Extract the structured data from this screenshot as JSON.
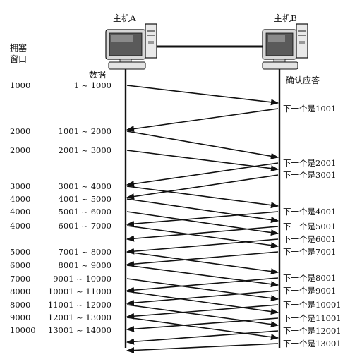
{
  "hosts": {
    "a": {
      "label": "主机A",
      "icon": "computer-icon"
    },
    "b": {
      "label": "主机B",
      "icon": "computer-icon"
    }
  },
  "headers": {
    "window_line1": "拥塞",
    "window_line2": "窗口",
    "data": "数据",
    "ack": "确认应答"
  },
  "rows": [
    {
      "window": "1000",
      "data": "1 ~ 1000"
    },
    {
      "window": "2000",
      "data": "1001 ~ 2000"
    },
    {
      "window": "2000",
      "data": "2001 ~ 3000"
    },
    {
      "window": "3000",
      "data": "3001 ~ 4000"
    },
    {
      "window": "4000",
      "data": "4001 ~ 5000"
    },
    {
      "window": "4000",
      "data": "5001 ~ 6000"
    },
    {
      "window": "4000",
      "data": "6001 ~ 7000"
    },
    {
      "window": "5000",
      "data": "7001 ~ 8000"
    },
    {
      "window": "6000",
      "data": "8001 ~ 9000"
    },
    {
      "window": "7000",
      "data": "9001 ~ 10000"
    },
    {
      "window": "8000",
      "data": "10001 ~ 11000"
    },
    {
      "window": "8000",
      "data": "11001 ~ 12000"
    },
    {
      "window": "9000",
      "data": "12001 ~ 13000"
    },
    {
      "window": "10000",
      "data": "13001 ~ 14000"
    }
  ],
  "acks": [
    "下一个是1001",
    "下一个是2001",
    "下一个是3001",
    "下一个是4001",
    "下一个是5001",
    "下一个是6001",
    "下一个是7001",
    "下一个是8001",
    "下一个是9001",
    "下一个是10001",
    "下一个是11001",
    "下一个是12001",
    "下一个是13001"
  ]
}
